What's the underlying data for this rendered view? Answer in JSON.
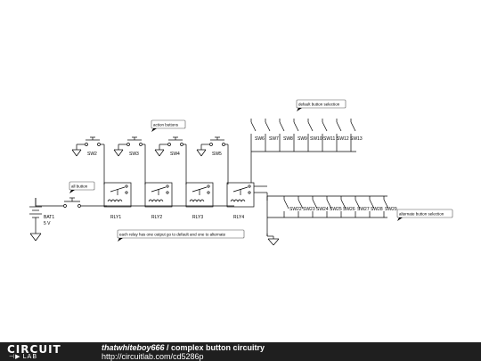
{
  "diagram": {
    "battery": {
      "label": "BAT1",
      "value": "5 V"
    },
    "relays": [
      "RLY1",
      "RLY2",
      "RLY3",
      "RLY4"
    ],
    "action_switches": [
      "SW2",
      "SW3",
      "SW4",
      "SW5"
    ],
    "default_switches": [
      "SW6",
      "SW7",
      "SW8",
      "SW9",
      "SW10",
      "SW11",
      "SW12",
      "SW13"
    ],
    "alternate_switches": [
      "SW22",
      "SW23",
      "SW24",
      "SW25",
      "SW26",
      "SW27",
      "SW28",
      "SW29"
    ],
    "callouts": {
      "action": "action buttons",
      "all": "all button",
      "default": "default button selection",
      "alternate": "alternate button selection",
      "note": "each relay has one output go to default and one to alternate"
    }
  },
  "footer": {
    "logo_top": "CIRCUIT",
    "logo_bottom": "LAB",
    "author": "thatwhiteboy666",
    "separator": " / ",
    "title": "complex button circuitry",
    "url": "http://circuitlab.com/cd5286p"
  }
}
